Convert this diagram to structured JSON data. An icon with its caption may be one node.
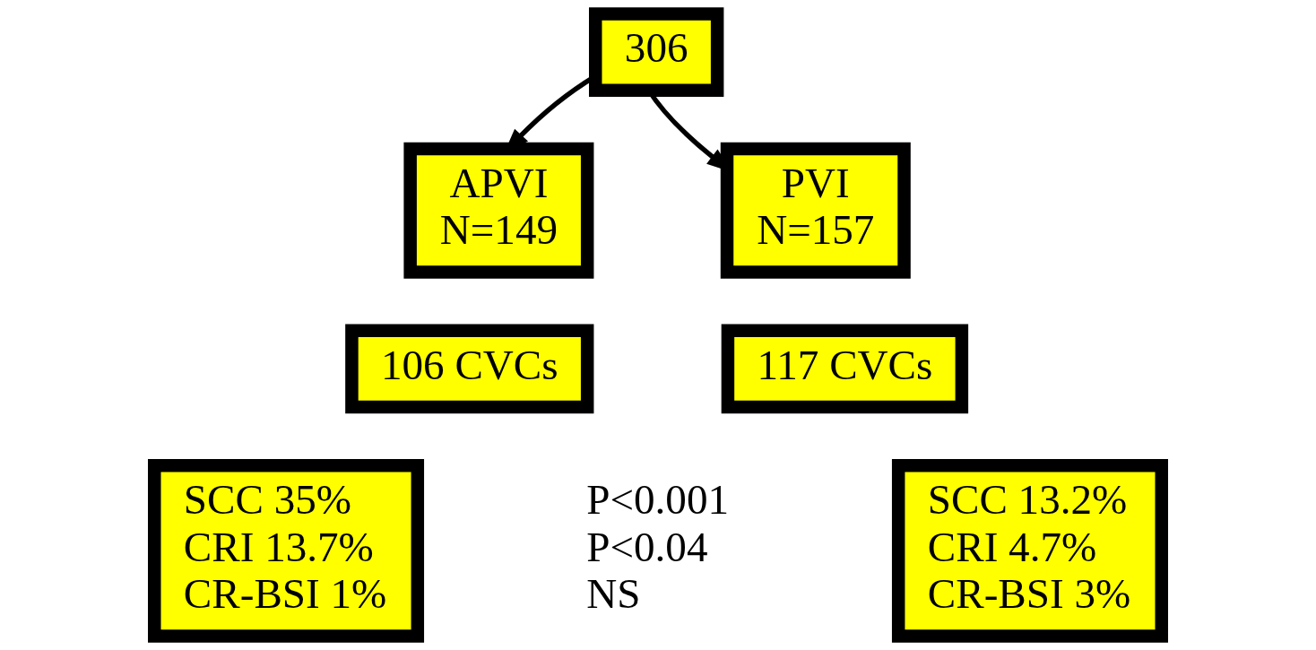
{
  "diagram": {
    "nodes": [
      {
        "text": [
          "306"
        ]
      },
      {
        "text": [
          "APVI",
          "N=149"
        ]
      },
      {
        "text": [
          "PVI",
          "N=157"
        ]
      },
      {
        "text": [
          "106 CVCs"
        ]
      },
      {
        "text": [
          "117 CVCs"
        ]
      },
      {
        "text": [
          "SCC 35%",
          "CRI 13.7%",
          "CR-BSI 1%"
        ]
      },
      {
        "text": [
          "SCC 13.2%",
          "CRI 4.7%",
          "CR-BSI 3%"
        ]
      }
    ],
    "edges": [
      {
        "from": 0,
        "to": 1,
        "arrow": "to"
      },
      {
        "from": 0,
        "to": 2,
        "arrow": "to"
      }
    ],
    "labels": [
      "P<0.001",
      "P<0.04",
      "NS"
    ]
  }
}
